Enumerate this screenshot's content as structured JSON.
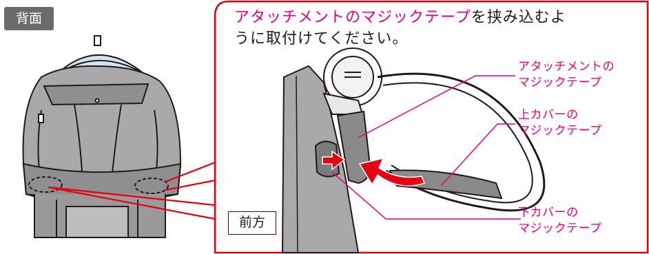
{
  "labels": {
    "back": "背面",
    "front": "前方"
  },
  "instruction": {
    "highlight": "アタッチメントのマジックテープ",
    "rest_line1": "を挟み込むよ",
    "line2": "うに取付けてください。"
  },
  "callouts": {
    "attachment": {
      "line1": "アタッチメントの",
      "line2": "マジックテープ"
    },
    "upper_cover": {
      "line1": "上カバーの",
      "line2": "マジックテープ"
    },
    "lower_cover": {
      "line1": "下カバーの",
      "line2": "マジックテープ"
    }
  },
  "colors": {
    "accent": "#e6007e",
    "frame": "#e60012",
    "seat_gray": "#a9a9a9",
    "strap_gray": "#8a8a8a",
    "canopy_blue": "#cfe6f4",
    "label_bg": "#6b6b6b"
  }
}
